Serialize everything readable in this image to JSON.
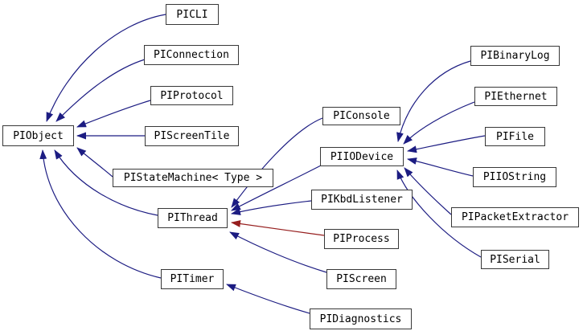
{
  "diagram": {
    "type": "class-inheritance-graph",
    "colors": {
      "public_inheritance_edge": "#1c1c82",
      "protected_inheritance_edge": "#961e1e",
      "node_border": "#383838",
      "node_background": "#ffffff",
      "node_text": "#000000",
      "canvas_background": "#ffffff"
    },
    "nodes": [
      {
        "id": "PIObject",
        "label": "PIObject"
      },
      {
        "id": "PICLI",
        "label": "PICLI"
      },
      {
        "id": "PIConnection",
        "label": "PIConnection"
      },
      {
        "id": "PIProtocol",
        "label": "PIProtocol"
      },
      {
        "id": "PIScreenTile",
        "label": "PIScreenTile"
      },
      {
        "id": "PIStateMachine",
        "label": "PIStateMachine< Type >"
      },
      {
        "id": "PIThread",
        "label": "PIThread"
      },
      {
        "id": "PITimer",
        "label": "PITimer"
      },
      {
        "id": "PIConsole",
        "label": "PIConsole"
      },
      {
        "id": "PIIODevice",
        "label": "PIIODevice"
      },
      {
        "id": "PIKbdListener",
        "label": "PIKbdListener"
      },
      {
        "id": "PIProcess",
        "label": "PIProcess"
      },
      {
        "id": "PIScreen",
        "label": "PIScreen"
      },
      {
        "id": "PIDiagnostics",
        "label": "PIDiagnostics"
      },
      {
        "id": "PIBinaryLog",
        "label": "PIBinaryLog"
      },
      {
        "id": "PIEthernet",
        "label": "PIEthernet"
      },
      {
        "id": "PIFile",
        "label": "PIFile"
      },
      {
        "id": "PIIOString",
        "label": "PIIOString"
      },
      {
        "id": "PIPacketExtractor",
        "label": "PIPacketExtractor"
      },
      {
        "id": "PISerial",
        "label": "PISerial"
      }
    ],
    "edges": [
      {
        "from": "PICLI",
        "to": "PIObject",
        "relation": "public"
      },
      {
        "from": "PIConnection",
        "to": "PIObject",
        "relation": "public"
      },
      {
        "from": "PIProtocol",
        "to": "PIObject",
        "relation": "public"
      },
      {
        "from": "PIScreenTile",
        "to": "PIObject",
        "relation": "public"
      },
      {
        "from": "PIStateMachine",
        "to": "PIObject",
        "relation": "public"
      },
      {
        "from": "PIThread",
        "to": "PIObject",
        "relation": "public"
      },
      {
        "from": "PITimer",
        "to": "PIObject",
        "relation": "public"
      },
      {
        "from": "PIConsole",
        "to": "PIThread",
        "relation": "public"
      },
      {
        "from": "PIIODevice",
        "to": "PIThread",
        "relation": "public"
      },
      {
        "from": "PIKbdListener",
        "to": "PIThread",
        "relation": "public"
      },
      {
        "from": "PIProcess",
        "to": "PIThread",
        "relation": "protected"
      },
      {
        "from": "PIScreen",
        "to": "PIThread",
        "relation": "public"
      },
      {
        "from": "PIBinaryLog",
        "to": "PIIODevice",
        "relation": "public"
      },
      {
        "from": "PIEthernet",
        "to": "PIIODevice",
        "relation": "public"
      },
      {
        "from": "PIFile",
        "to": "PIIODevice",
        "relation": "public"
      },
      {
        "from": "PIIOString",
        "to": "PIIODevice",
        "relation": "public"
      },
      {
        "from": "PIPacketExtractor",
        "to": "PIIODevice",
        "relation": "public"
      },
      {
        "from": "PISerial",
        "to": "PIIODevice",
        "relation": "public"
      },
      {
        "from": "PIDiagnostics",
        "to": "PITimer",
        "relation": "public"
      }
    ]
  }
}
